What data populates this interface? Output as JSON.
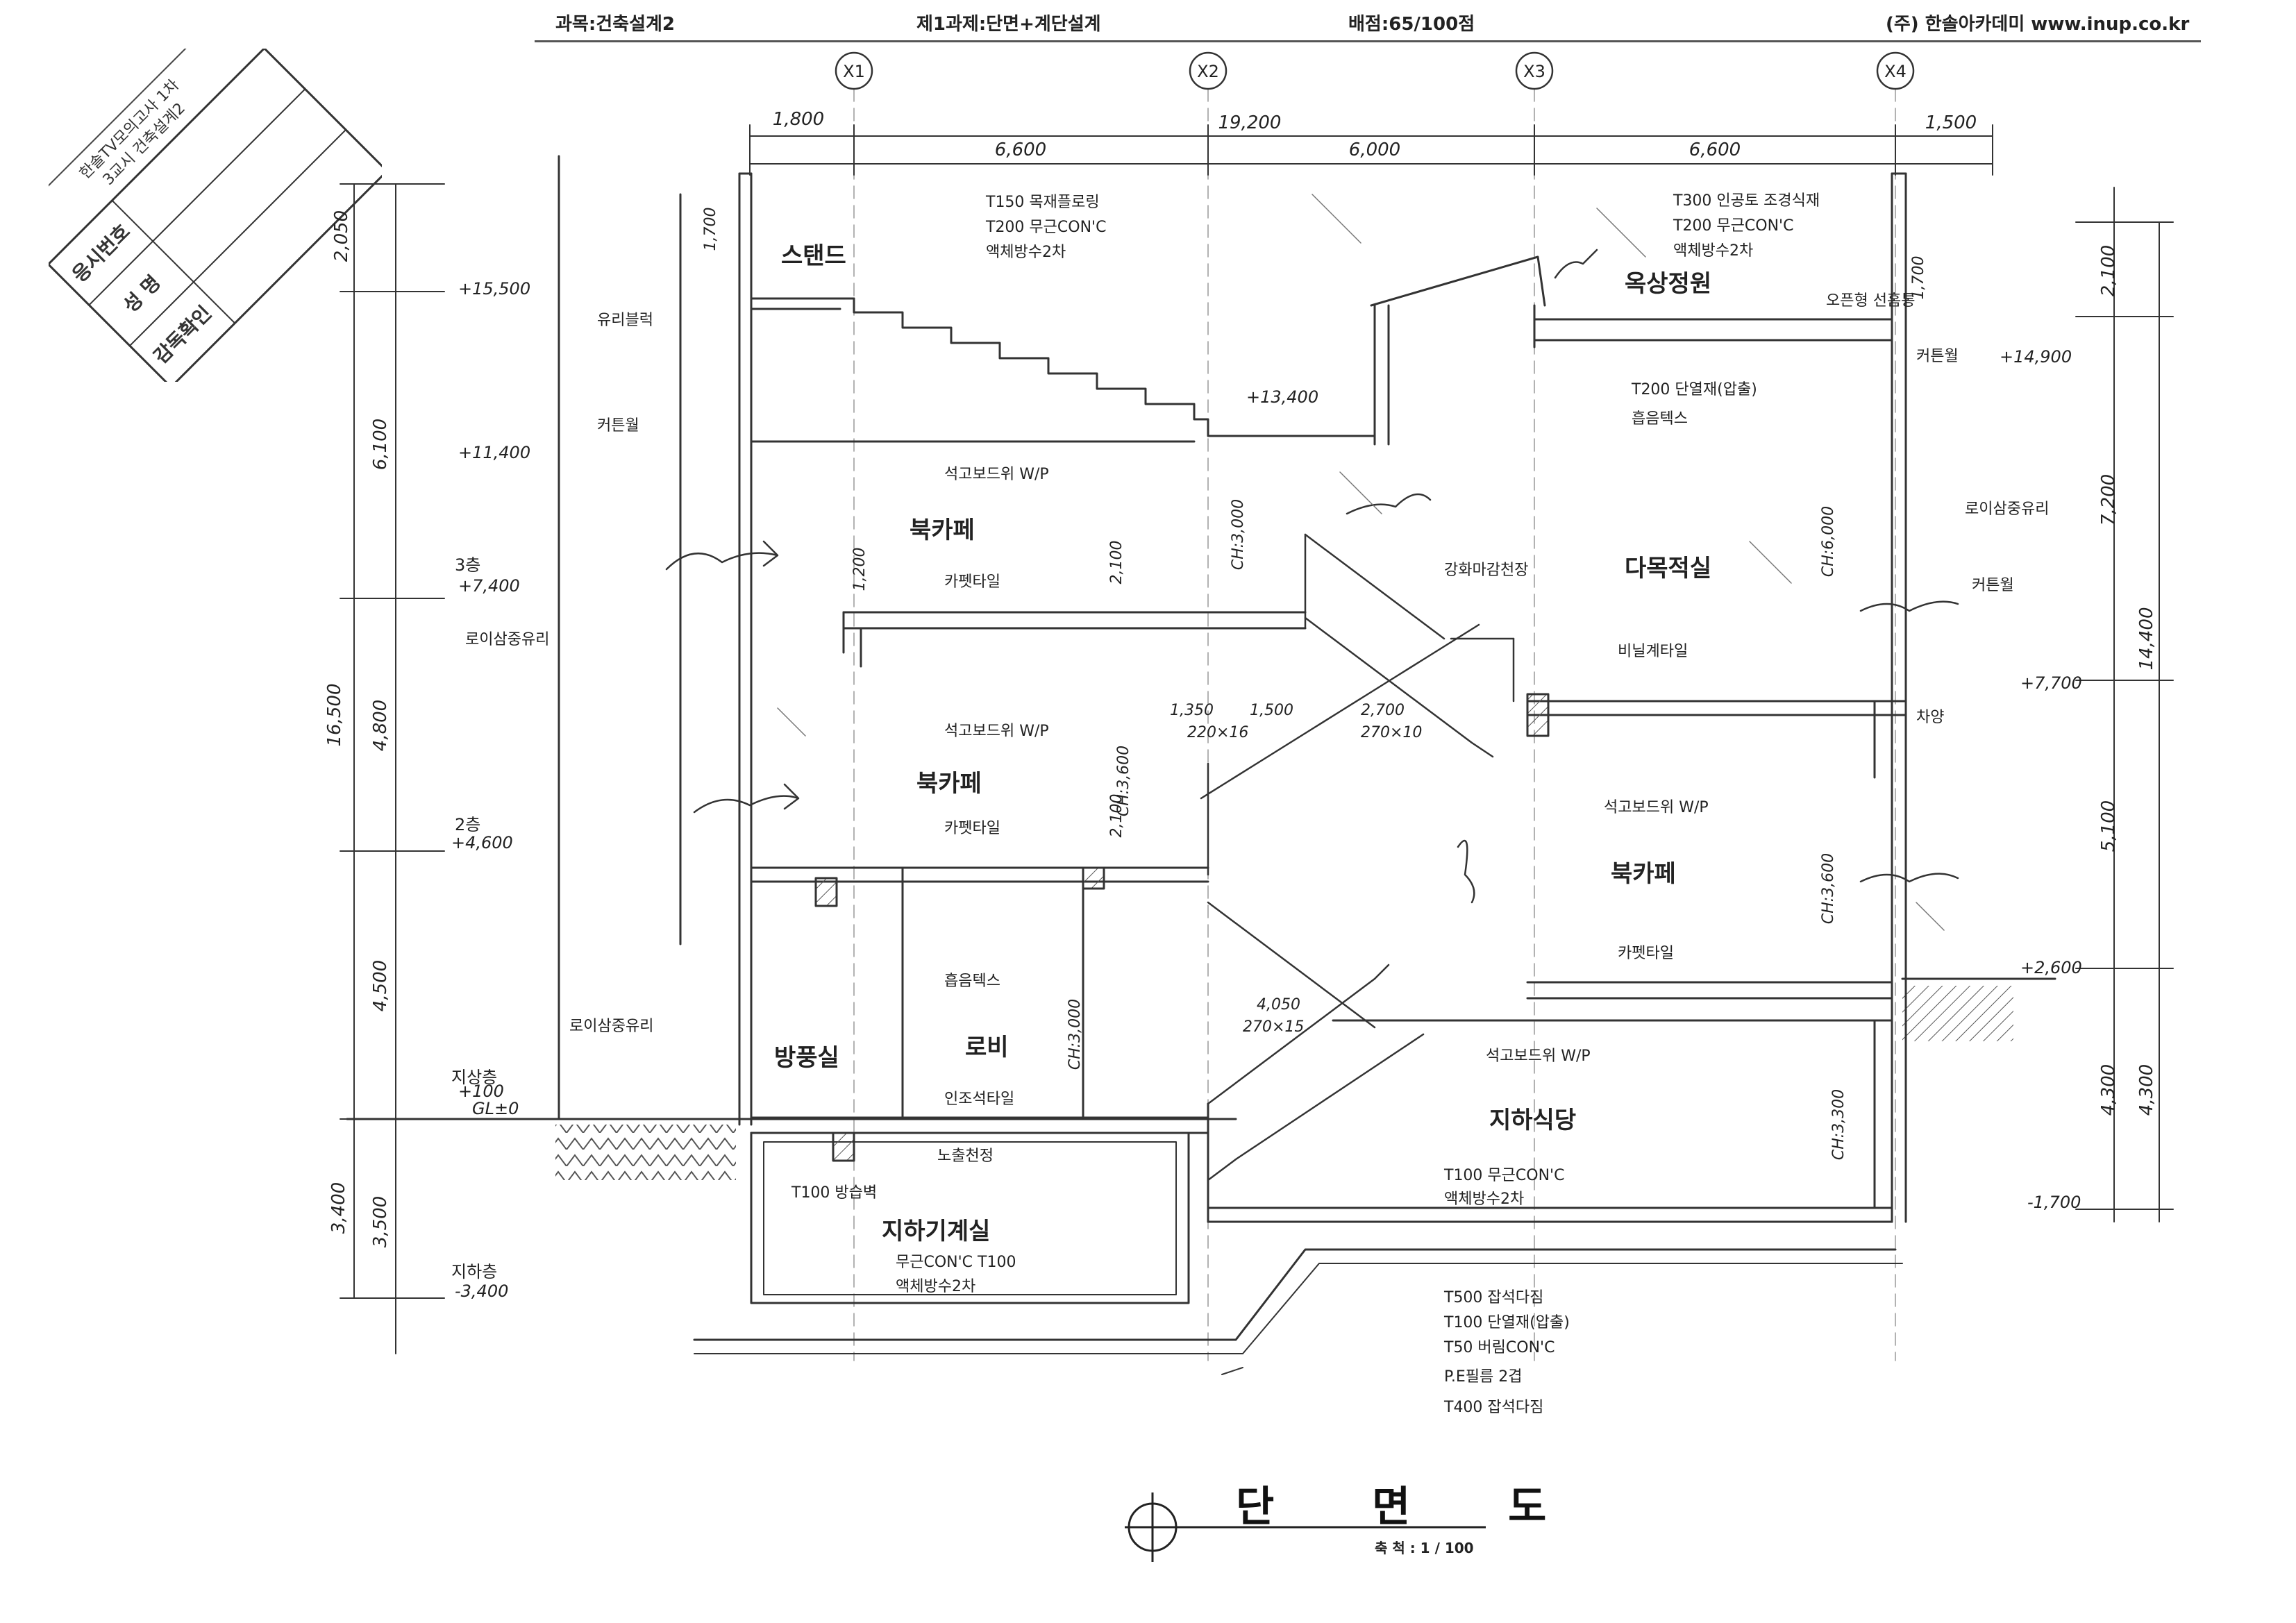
{
  "header": {
    "subject": "과목:건축설계2",
    "task": "제1과제:단면+계단설계",
    "score": "배점:65/100점",
    "publisher": "(주) 한솔아카데미 www.inup.co.kr"
  },
  "stamp": {
    "exam_title": "한솔TV모의고사 1차",
    "exam_sub": "3교시 건축설계2",
    "rows": [
      "응시번호",
      "성   명",
      "감독확인"
    ]
  },
  "grid_axes": [
    "X1",
    "X2",
    "X3",
    "X4"
  ],
  "dimensions": {
    "top": [
      "1,800",
      "6,600",
      "19,200",
      "6,000",
      "6,600",
      "1,500"
    ],
    "left": [
      "2,050",
      "6,100",
      "16,500",
      "4,800",
      "4,500",
      "3,400",
      "3,500"
    ],
    "right": [
      "2,100",
      "7,200",
      "14,400",
      "5,100",
      "4,300",
      "4,300"
    ]
  },
  "levels": [
    "+15,500",
    "+11,400",
    "+7,400",
    "+4,600",
    "+100",
    "GL±0",
    "-3,400",
    "+14,900",
    "+7,700",
    "+2,600",
    "-1,700",
    "+13,400"
  ],
  "floor_labels": [
    "3층",
    "2층",
    "지상층",
    "지하층"
  ],
  "rooms": [
    "스탠드",
    "북카페",
    "북카페",
    "북카페",
    "로비",
    "방풍실",
    "지하식당",
    "지하기계실",
    "다목적실",
    "옥상정원"
  ],
  "notes": [
    "T150 목재플로링",
    "T200 무근CON'C",
    "액체방수2차",
    "T300 인공토 조경식재",
    "T200 무근CON'C",
    "액체방수2차",
    "유리블럭",
    "커튼월",
    "석고보드위 W/P",
    "카펫타일",
    "석고보드위 W/P",
    "카펫타일",
    "강화마감천장",
    "비닐계타일",
    "석고보드위 W/P",
    "카펫타일",
    "흡음텍스",
    "인조석타일",
    "노출천정",
    "T100 방습벽",
    "무근CON'C T100",
    "액체방수2차",
    "석고보드위 W/P",
    "T100 무근CON'C",
    "액체방수2차",
    "T200 단열재(압출)",
    "흡음텍스",
    "로이삼중유리",
    "로이삼중유리",
    "커튼월",
    "오픈형 선홈통",
    "차양",
    "T500 잡석다짐",
    "T100 단열재(압출)",
    "T50 버림CON'C",
    "P.E필름 2겹",
    "T400 잡석다짐"
  ],
  "stair_notes": [
    "1,350",
    "1,500",
    "2,700",
    "220×16",
    "270×10",
    "4,050",
    "270×15"
  ],
  "heights": [
    "CH:3,000",
    "CH:3,600",
    "CH:6,000",
    "CH:3,600",
    "CH:3,000",
    "CH:3,300",
    "2,100",
    "2,100",
    "1,200",
    "1,700",
    "1,700"
  ],
  "title": "단  면  도",
  "scale_label": "축  척 : 1 / 100"
}
